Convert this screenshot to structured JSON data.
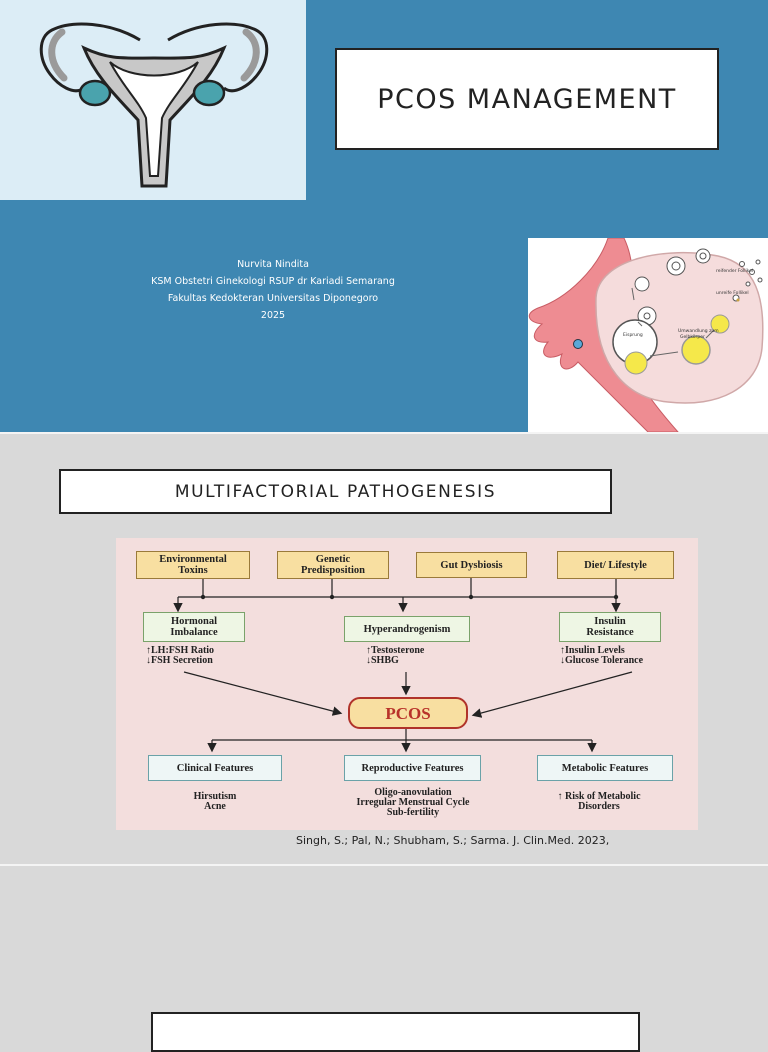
{
  "slide1": {
    "title": "PCOS MANAGEMENT",
    "author_lines": [
      "Nurvita Nindita",
      "KSM Obstetri Ginekologi RSUP dr Kariadi Semarang",
      "Fakultas Kedokteran Universitas Diponegoro",
      "2025"
    ],
    "ovary_labels": {
      "reifender_follikel": "reifender Follikel",
      "unreife_follikel": "unreife Follikel",
      "eisprung": "Eisprung",
      "umwandlung": "Umwandlung zum",
      "gelbkoerper": "Gelbkörper"
    }
  },
  "slide2": {
    "title": "MULTIFACTORIAL PATHOGENESIS",
    "causes": [
      [
        "Environmental",
        "Toxins"
      ],
      [
        "Genetic",
        "Predisposition"
      ],
      [
        "Gut Dysbiosis"
      ],
      [
        "Diet/ Lifestyle"
      ]
    ],
    "mechanisms": {
      "hormonal": {
        "label": [
          "Hormonal",
          "Imbalance"
        ],
        "notes": [
          "↑LH:FSH Ratio",
          "↓FSH Secretion"
        ]
      },
      "hyperandrogenism": {
        "label": [
          "Hyperandrogenism"
        ],
        "notes": [
          "↑Testosterone",
          "↓SHBG"
        ]
      },
      "insulin": {
        "label": [
          "Insulin",
          "Resistance"
        ],
        "notes": [
          "↑Insulin Levels",
          "↓Glucose Tolerance"
        ]
      }
    },
    "center": "PCOS",
    "features": {
      "clinical": {
        "label": "Clinical Features",
        "notes": [
          "Hirsutism",
          "Acne"
        ]
      },
      "reproductive": {
        "label": "Reproductive Features",
        "notes": [
          "Oligo-anovulation",
          "Irregular Menstrual Cycle",
          "Sub-fertility"
        ]
      },
      "metabolic": {
        "label": "Metabolic Features",
        "notes": [
          "↑ Risk of Metabolic",
          "Disorders"
        ]
      }
    },
    "citation": "Singh, S.; Pal, N.; Shubham, S.; Sarma. J. Clin.Med. 2023,"
  },
  "colors": {
    "slide_blue": "#3e87b2",
    "slide_gray": "#d9d9d9",
    "pcos_red": "#b8322a",
    "diagram_bg": "#f3dedd"
  }
}
